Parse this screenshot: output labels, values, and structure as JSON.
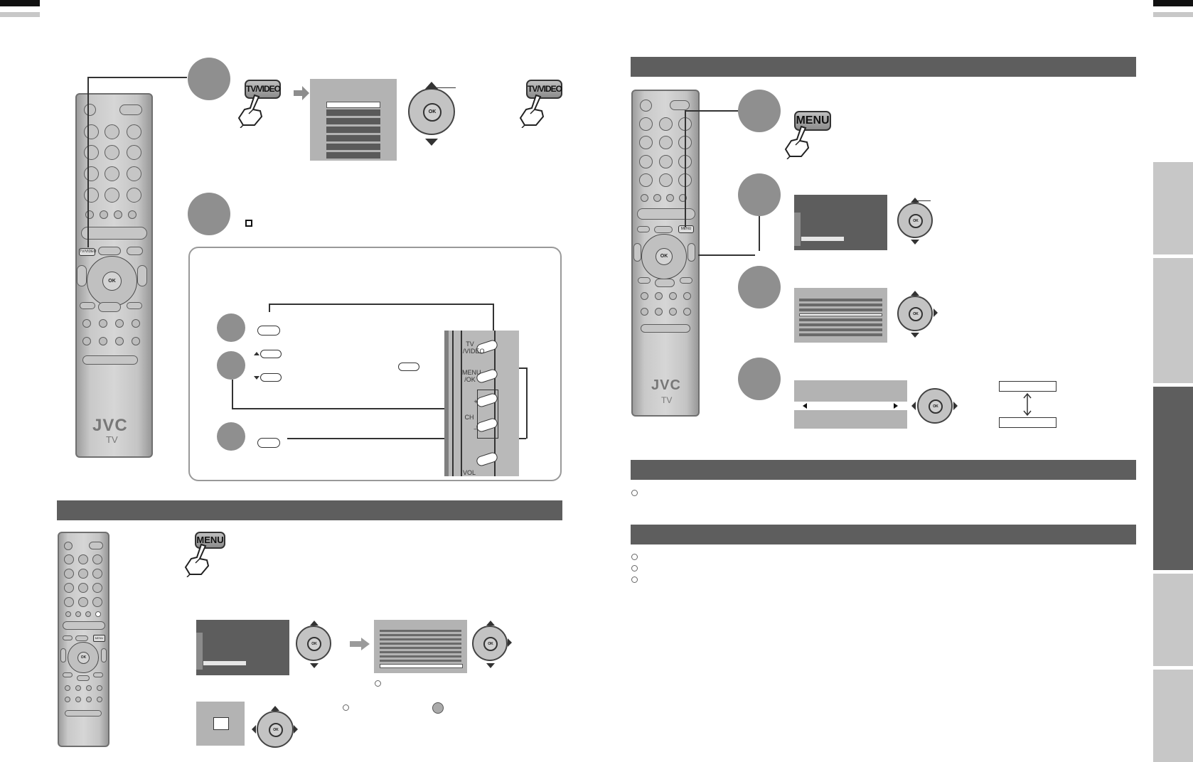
{
  "keys": {
    "tv_video": "TV/VIDEO",
    "menu": "MENU",
    "ok": "OK"
  },
  "remote": {
    "brand": "JVC",
    "model": "TV",
    "tvvideo_label": "TV/VIDEO",
    "menu_label": "MENU"
  },
  "tv_panel": {
    "tv_video": "TV\n/VIDEO",
    "menu_ok": "MENU\n/OK",
    "ch": "CH",
    "vol": "VOL",
    "plus": "+",
    "minus": "–"
  },
  "colors": {
    "section_bar": "#5e5e5e",
    "step_circle": "#8f8f8f",
    "menu_screen": "#5d5d5d",
    "side_tab": "#c7c7c7",
    "side_tab_active": "#5e5e5e"
  },
  "icons": [
    "hand-pointer-icon",
    "arrow-right-icon",
    "dpad-icon",
    "double-arrow-icon",
    "square-bullet-icon",
    "circle-bullet-icon"
  ]
}
